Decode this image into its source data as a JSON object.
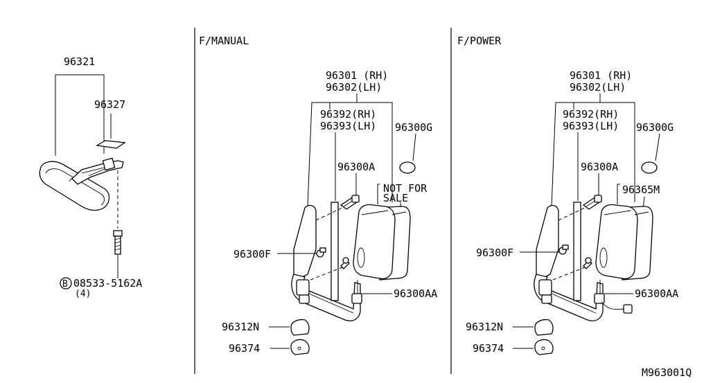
{
  "sections": {
    "manual": "F/MANUAL",
    "power": "F/POWER"
  },
  "left": {
    "p96321": "96321",
    "p96327": "96327",
    "bolt_symbol": "B",
    "bolt_part": "08533-5162A",
    "bolt_qty": "(4)"
  },
  "manual": {
    "p96301": "96301 (RH)",
    "p96302": "96302(LH)",
    "p96392": "96392(RH)",
    "p96393": "96393(LH)",
    "p96300G": "96300G",
    "p96300A": "96300A",
    "nfs_1": "NOT FOR",
    "nfs_2": "SALE",
    "p96300F": "96300F",
    "p96300AA": "96300AA",
    "p96312N": "96312N",
    "p96374": "96374"
  },
  "power": {
    "p96301": "96301 (RH)",
    "p96302": "96302(LH)",
    "p96392": "96392(RH)",
    "p96393": "96393(LH)",
    "p96300G": "96300G",
    "p96300A": "96300A",
    "p96365M": "96365M",
    "p96300F": "96300F",
    "p96300AA": "96300AA",
    "p96312N": "96312N",
    "p96374": "96374"
  },
  "diagram_code": "M963001Q"
}
